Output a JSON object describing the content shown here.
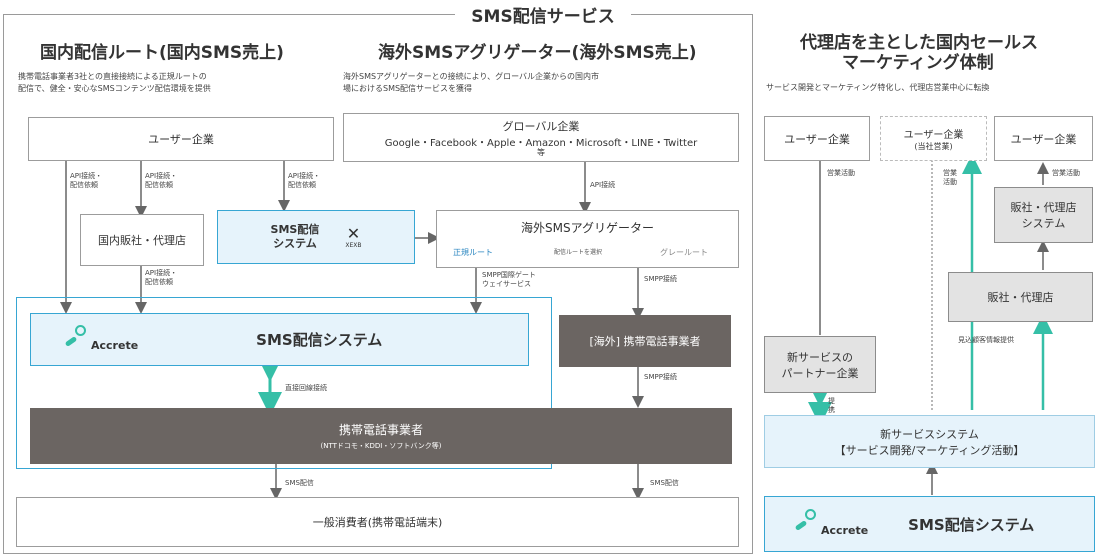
{
  "colors": {
    "teal": "#35bfa7",
    "blue_border": "#37a6d3",
    "blue_fill": "#e6f3fb",
    "dark": "#6b6562",
    "grey": "#e3e3e3",
    "line": "#666666"
  },
  "header": {
    "title": "SMS配信サービス"
  },
  "domestic": {
    "title": "国内配信ルート(国内SMS売上)",
    "desc1": "携帯電話事業者3社との直接接続による正規ルートの",
    "desc2": "配信で、健全・安心なSMSコンテンツ配信環境を提供"
  },
  "overseas": {
    "title": "海外SMSアグリゲーター(海外SMS売上)",
    "desc1": "海外SMSアグリゲーターとの接続により、グローバル企業からの国内市",
    "desc2": "場におけるSMS配信サービスを獲得"
  },
  "agency": {
    "title1": "代理店を主とした国内セールス",
    "title2": "マーケティング体制",
    "desc": "サービス開発とマーケティング特化し、代理店営業中心に転換"
  },
  "nodes": {
    "user_company": "ユーザー企業",
    "global_company": "グローバル企業",
    "global_list": "Google・Facebook・Apple・Amazon・Microsoft・LINE・Twitter",
    "global_etc": "等",
    "domestic_agency": "国内販社・代理店",
    "sms_system_small1": "SMS配信",
    "sms_system_small2": "システム",
    "small_logo_text": "XEXB",
    "aggregator": "海外SMSアグリゲーター",
    "legit_route": "正規ルート",
    "select_route": "配信ルートを選択",
    "grey_route": "グレールート",
    "accrete_logo": "Accrete",
    "sms_system_main": "SMS配信システム",
    "overseas_carrier": "[海外] 携帯電話事業者",
    "carrier": "携帯電話事業者",
    "carrier_sub": "(NTTドコモ・KDDI・ソフトバンク等)",
    "consumer": "一般消費者(携帯電話端末)"
  },
  "edges": {
    "api1a": "API接続・",
    "api1b": "配信依頼",
    "api2a": "API接続・",
    "api2b": "配信依頼",
    "api3a": "API接続・",
    "api3b": "配信依頼",
    "api4a": "API接続・",
    "api4b": "配信依頼",
    "api_conn": "API接続",
    "smpp_gw1": "SMPP国際ゲート",
    "smpp_gw2": "ウェイサービス",
    "smpp1": "SMPP接続",
    "smpp2": "SMPP接続",
    "direct_line": "直接回線接続",
    "sms_send1": "SMS配信",
    "sms_send2": "SMS配信"
  },
  "right": {
    "user1": "ユーザー企業",
    "user_own1": "ユーザー企業",
    "user_own2": "(当社営業)",
    "user3": "ユーザー企業",
    "sales_act1": "営業活動",
    "sales_act2a": "営業",
    "sales_act2b": "活動",
    "sales_act3": "営業活動",
    "dealer_sys1": "販社・代理店",
    "dealer_sys2": "システム",
    "dealer": "販社・代理店",
    "lead_info": "見込顧客情報提供",
    "partner1": "新サービスの",
    "partner2": "パートナー企業",
    "offer1": "提",
    "offer2": "携",
    "new_sys1": "新サービスシステム",
    "new_sys2": "【サービス開発/マーケティング活動】",
    "accrete_logo": "Accrete",
    "sms_system": "SMS配信システム"
  }
}
